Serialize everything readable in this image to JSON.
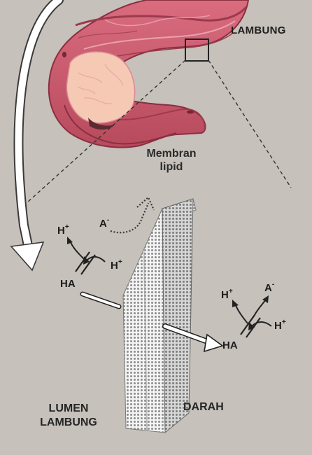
{
  "labels": {
    "organ": "LAMBUNG",
    "membrane_line1": "Membran",
    "membrane_line2": "lipid",
    "lumen_line1": "LUMEN",
    "lumen_line2": "LAMBUNG",
    "blood": "DARAH"
  },
  "left_side": {
    "proton": "H",
    "proton_charge": "+",
    "proton_2": "H",
    "proton_2_charge": "+",
    "anion": "A",
    "anion_charge": "-",
    "acid": "HA"
  },
  "right_side": {
    "proton": "H",
    "proton_charge": "+",
    "proton_2": "H",
    "proton_2_charge": "+",
    "anion": "A",
    "anion_charge": "-",
    "acid": "HA"
  },
  "colors": {
    "background": "#c6c1ba",
    "stomach_fill": "#c7566a",
    "stomach_light": "#f6c9b4",
    "membrane_light": "#f4f4f4",
    "membrane_dark": "#8e8e8e",
    "text": "#1d1d1d"
  }
}
